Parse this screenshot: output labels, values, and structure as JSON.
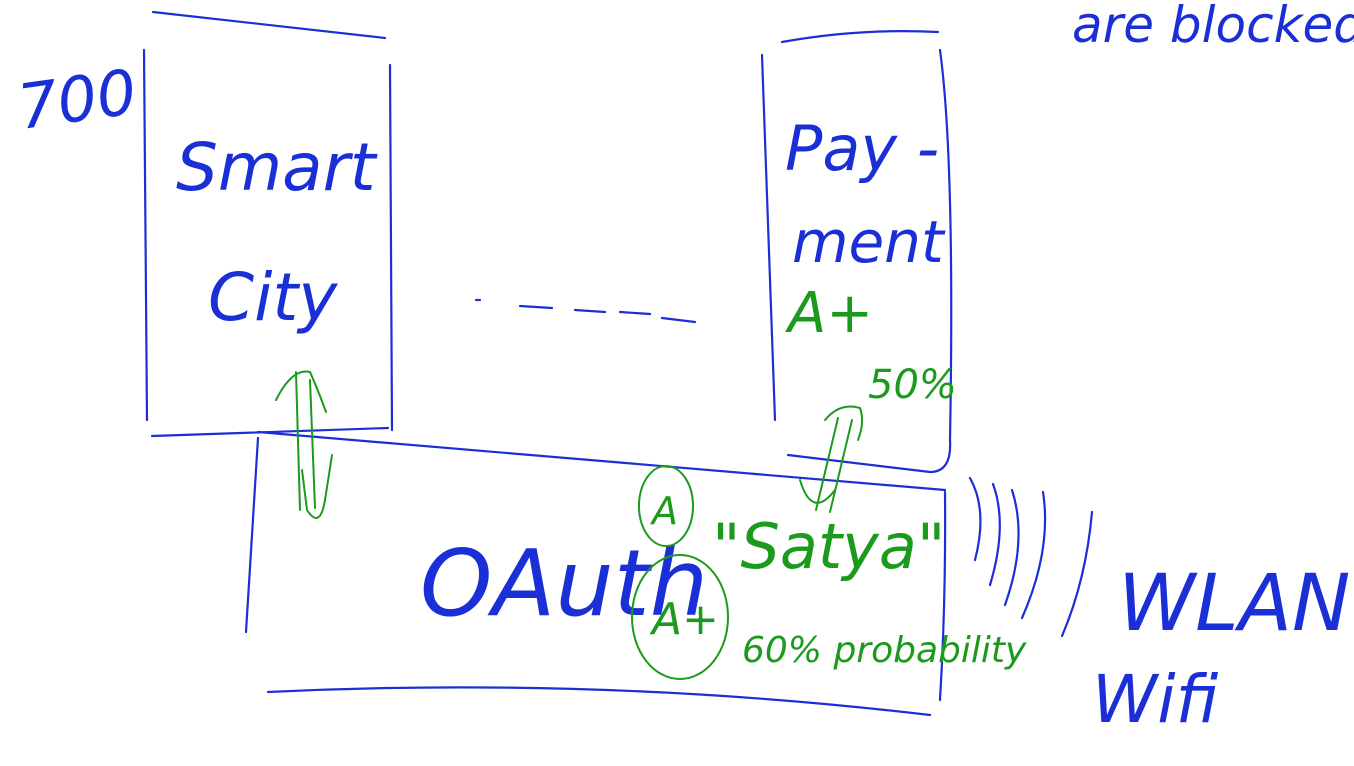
{
  "notes": {
    "top_right": "are blocked",
    "count": "700",
    "smart_city_line1": "Smart",
    "smart_city_line2": "City",
    "payment_line1": "Pay -",
    "payment_line2": "ment",
    "payment_grade": "A+",
    "payment_percent": "50%",
    "oauth": "OAuth",
    "grade_a": "A",
    "grade_a_plus": "A+",
    "user": "\"Satya\"",
    "probability": "60% probability",
    "wlan": "WLAN",
    "wifi": "Wifi"
  },
  "colors": {
    "blue_ink": "#1b2fd6",
    "green_ink": "#1c9a1c",
    "background": "#ffffff"
  }
}
